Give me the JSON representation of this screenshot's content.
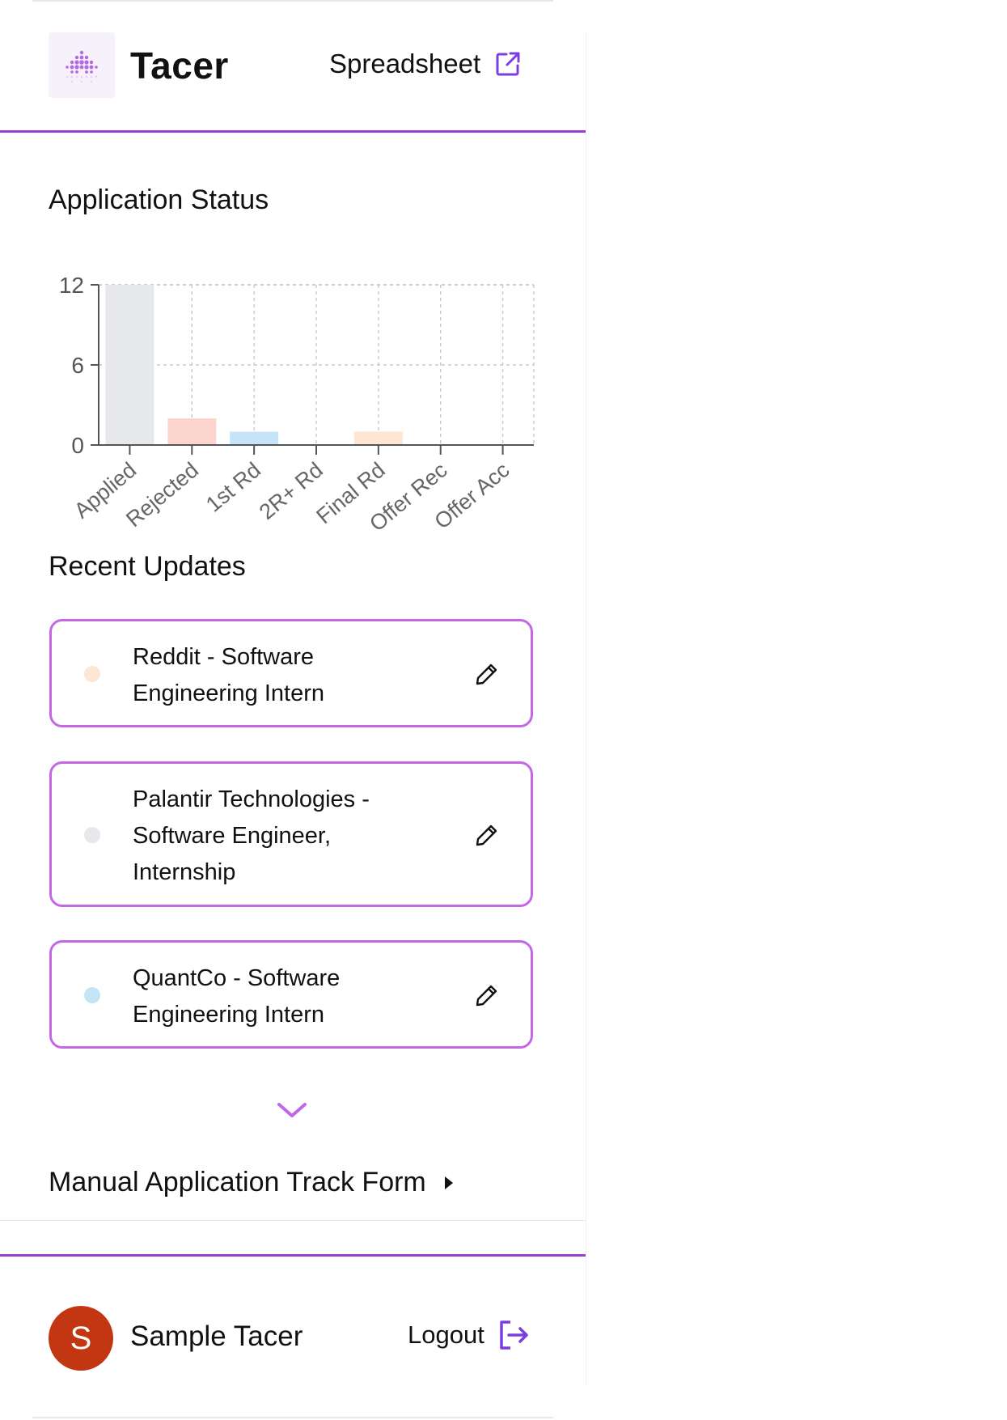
{
  "header": {
    "brand": "Tacer",
    "spreadsheet_label": "Spreadsheet",
    "accent_color": "#9b3fd3",
    "link_icon_color": "#7b3fe0"
  },
  "status": {
    "title": "Application Status"
  },
  "chart_data": {
    "type": "bar",
    "categories": [
      "Applied",
      "Rejected",
      "1st Rd",
      "2R+ Rd",
      "Final Rd",
      "Offer Rec",
      "Offer Acc"
    ],
    "values": [
      12,
      2,
      1,
      0,
      1,
      0,
      0
    ],
    "colors": [
      "#e7e8eb",
      "#fdd5cf",
      "#c6e4f8",
      "#e0d7f5",
      "#fde6d3",
      "#dff2e4",
      "#f2f2f2"
    ],
    "yticks": [
      0,
      6,
      12
    ],
    "ylim": [
      0,
      12
    ],
    "grid": true,
    "title": "",
    "xlabel": "",
    "ylabel": ""
  },
  "recent": {
    "title": "Recent Updates",
    "items": [
      {
        "text": "Reddit - Software Engineering Intern",
        "dot_color": "#fde6d3",
        "icon": "pencil-icon"
      },
      {
        "text": "Palantir Technologies - Software Engineer, Internship",
        "dot_color": "#e7e8eb",
        "icon": "pencil-icon"
      },
      {
        "text": "QuantCo - Software Engineering Intern",
        "dot_color": "#c6e4f8",
        "icon": "pencil-icon"
      }
    ],
    "expand_icon": "chevron-down-icon",
    "expand_color": "#c268e6"
  },
  "manual_form": {
    "label": "Manual Application Track Form",
    "icon": "caret-right-icon"
  },
  "user": {
    "initial": "S",
    "name": "Sample Tacer",
    "avatar_color": "#c23612",
    "logout_label": "Logout",
    "logout_icon": "logout-icon"
  }
}
